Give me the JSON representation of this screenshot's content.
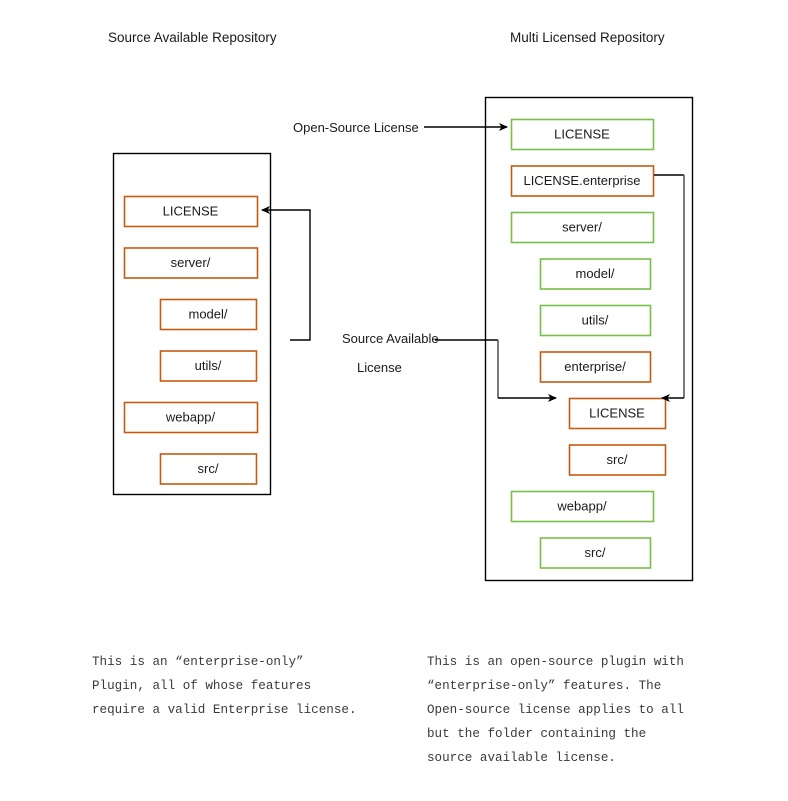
{
  "colors": {
    "orange": "#C55A11",
    "green": "#79BE4A",
    "outline": "#000000",
    "connector": "#000000",
    "connector_grey": "#595959",
    "text": "#1a1a1a",
    "caption_text": "#3a3a3a",
    "background": "#ffffff"
  },
  "titles": {
    "left": "Source Available Repository",
    "right": "Multi Licensed Repository"
  },
  "left_repo": {
    "name": "source-available-repository",
    "items": [
      {
        "label": "LICENSE",
        "color": "orange",
        "indent": 0
      },
      {
        "label": "server/",
        "color": "orange",
        "indent": 0
      },
      {
        "label": "model/",
        "color": "orange",
        "indent": 1
      },
      {
        "label": "utils/",
        "color": "orange",
        "indent": 1
      },
      {
        "label": "webapp/",
        "color": "orange",
        "indent": 0
      },
      {
        "label": "src/",
        "color": "orange",
        "indent": 1
      }
    ]
  },
  "right_repo": {
    "name": "multi-licensed-repository",
    "items": [
      {
        "label": "LICENSE",
        "color": "green",
        "indent": 0
      },
      {
        "label": "LICENSE.enterprise",
        "color": "orange",
        "indent": 0
      },
      {
        "label": "server/",
        "color": "green",
        "indent": 0
      },
      {
        "label": "model/",
        "color": "green",
        "indent": 1
      },
      {
        "label": "utils/",
        "color": "green",
        "indent": 1
      },
      {
        "label": "enterprise/",
        "color": "orange",
        "indent": 1
      },
      {
        "label": "LICENSE",
        "color": "orange",
        "indent": 2
      },
      {
        "label": "src/",
        "color": "orange",
        "indent": 2
      },
      {
        "label": "webapp/",
        "color": "green",
        "indent": 0
      },
      {
        "label": "src/",
        "color": "green",
        "indent": 1
      }
    ]
  },
  "edge_labels": {
    "open_source": "Open-Source License",
    "source_available_line1": "Source Available",
    "source_available_line2": "License"
  },
  "captions": {
    "left": "This is an “enter­prise-only”\nPlugin, all of whose features\nrequire a valid Enterprise license.",
    "left_text": "This is an “enter­prise-only” Plugin, all of whose features require a valid Enterprise license.",
    "right": "This is an open-source plugin with\n“enter­prise-only” features. The\nOpen-source license applies to all\nbut the folder containing the\nsource available license.",
    "right_text": "This is an open-source plugin with “enter­prise-only” features. The Open-source license applies to all but the folder containing the source available license."
  }
}
